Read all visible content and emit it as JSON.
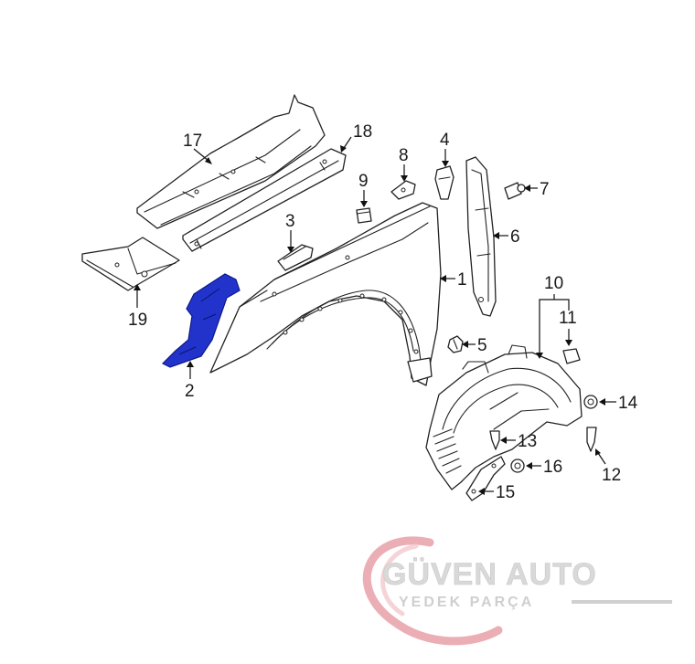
{
  "diagram": {
    "callouts": [
      {
        "id": "1",
        "label": "1"
      },
      {
        "id": "2",
        "label": "2"
      },
      {
        "id": "3",
        "label": "3"
      },
      {
        "id": "4",
        "label": "4"
      },
      {
        "id": "5",
        "label": "5"
      },
      {
        "id": "6",
        "label": "6"
      },
      {
        "id": "7",
        "label": "7"
      },
      {
        "id": "8",
        "label": "8"
      },
      {
        "id": "9",
        "label": "9"
      },
      {
        "id": "10",
        "label": "10"
      },
      {
        "id": "11",
        "label": "11"
      },
      {
        "id": "12",
        "label": "12"
      },
      {
        "id": "13",
        "label": "13"
      },
      {
        "id": "14",
        "label": "14"
      },
      {
        "id": "15",
        "label": "15"
      },
      {
        "id": "16",
        "label": "16"
      },
      {
        "id": "17",
        "label": "17"
      },
      {
        "id": "18",
        "label": "18"
      },
      {
        "id": "19",
        "label": "19"
      }
    ],
    "highlighted_part": "2",
    "highlight_color": "#2233cc"
  },
  "watermark": {
    "brand": "GÜVEN AUTO",
    "tagline": "YEDEK PARÇA",
    "swoosh_color": "#e8a0a8",
    "text_color": "#d9d9d9"
  }
}
